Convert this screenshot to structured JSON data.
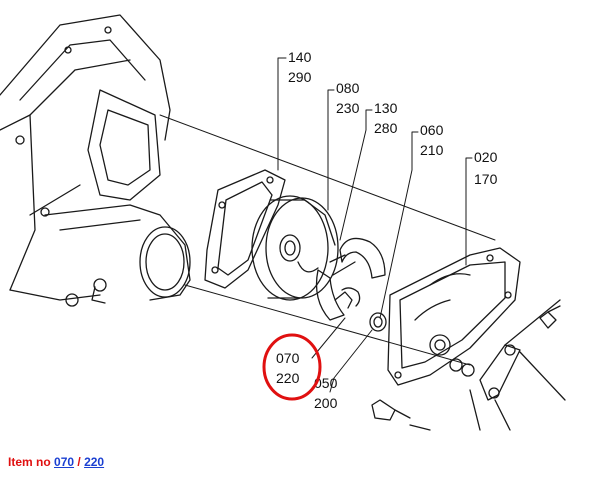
{
  "callouts": {
    "c140": "140",
    "c290": "290",
    "c080": "080",
    "c230": "230",
    "c130": "130",
    "c280": "280",
    "c060": "060",
    "c210": "210",
    "c020": "020",
    "c170": "170",
    "c070": "070",
    "c220": "220",
    "c050": "050",
    "c200": "200"
  },
  "caption": {
    "prefix": "Item no ",
    "link1": "070",
    "separator": " / ",
    "link2": "220"
  },
  "colors": {
    "highlight": "#e01010",
    "link": "#1a3fd1"
  }
}
